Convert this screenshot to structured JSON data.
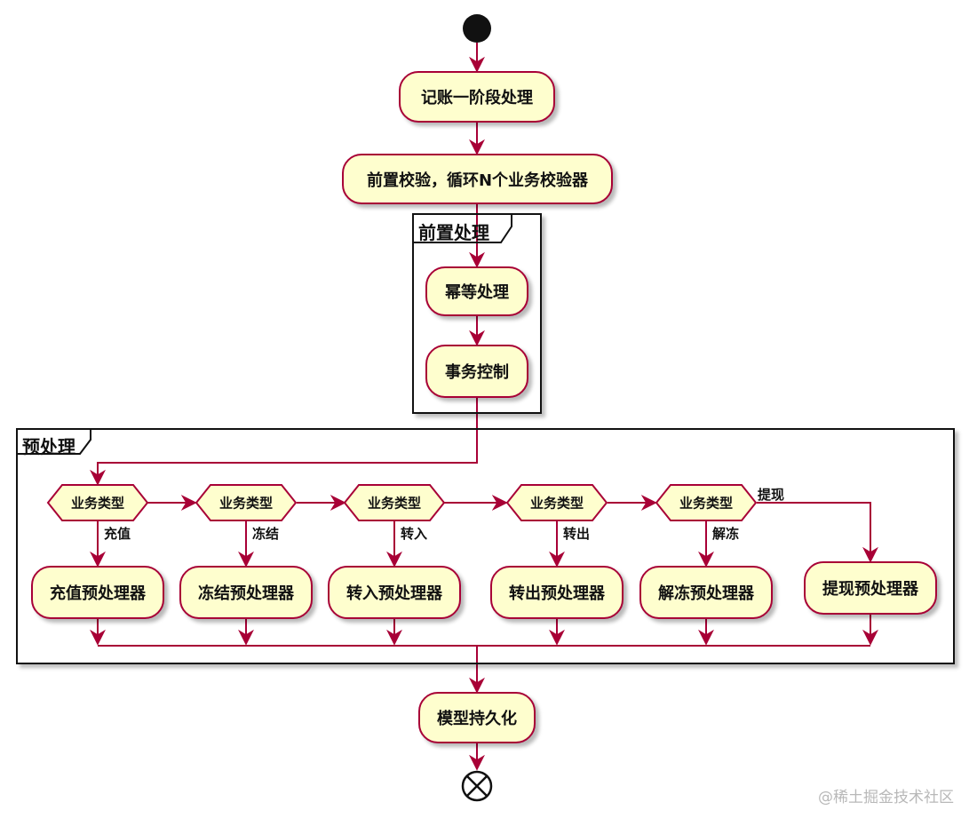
{
  "nodes": {
    "stage1": "记账一阶段处理",
    "precheck": "前置校验，循环N个业务校验器",
    "idempotent": "幂等处理",
    "tx": "事务控制",
    "persist": "模型持久化"
  },
  "frames": {
    "pre": "前置处理",
    "prep": "预处理"
  },
  "decision_label": "业务类型",
  "branches": [
    {
      "label": "充值",
      "processor": "充值预处理器"
    },
    {
      "label": "冻结",
      "processor": "冻结预处理器"
    },
    {
      "label": "转入",
      "processor": "转入预处理器"
    },
    {
      "label": "转出",
      "processor": "转出预处理器"
    },
    {
      "label": "解冻",
      "processor": "解冻预处理器"
    },
    {
      "label": "提现",
      "processor": "提现预处理器"
    }
  ],
  "watermark": "@稀土掘金技术社区",
  "colors": {
    "node_fill": "#fefece",
    "node_border": "#a80036",
    "arrow": "#a80036",
    "frame_border": "#111111"
  }
}
